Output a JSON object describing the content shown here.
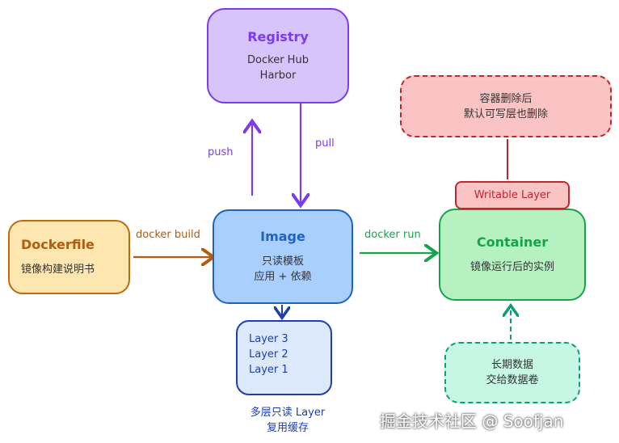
{
  "colors": {
    "registry": "#7c3aed",
    "registry_fill": "#d7c4fb",
    "image": "#1e63c4",
    "image_fill": "#a9cfff",
    "dockerfile": "#c06a10",
    "dockerfile_fill": "#fde6b0",
    "container": "#16a34a",
    "container_fill": "#b6f1c1",
    "writable": "#c0262d",
    "writable_fill": "#fbc4c4",
    "layers": "#1e40af",
    "layers_fill": "#dce8fc",
    "volume": "#0e9f7a",
    "volume_fill": "#c6f6e4"
  },
  "registry": {
    "title": "Registry",
    "lines": [
      "Docker Hub",
      "Harbor"
    ]
  },
  "image": {
    "title": "Image",
    "lines": [
      "只读模板",
      "应用 + 依赖"
    ]
  },
  "dockerfile": {
    "title": "Dockerfile",
    "lines": [
      "镜像构建说明书"
    ]
  },
  "container": {
    "title": "Container",
    "lines": [
      "镜像运行后的实例"
    ]
  },
  "writable_layer": {
    "title": "Writable Layer"
  },
  "delete_note": {
    "lines": [
      "容器删除后",
      "默认可写层也删除"
    ]
  },
  "layers": {
    "lines": [
      "Layer 3",
      "Layer 2",
      "Layer 1"
    ]
  },
  "layers_caption": {
    "lines": [
      "多层只读 Layer",
      "复用缓存"
    ]
  },
  "volume": {
    "lines": [
      "长期数据",
      "交给数据卷"
    ]
  },
  "edges": {
    "push": "push",
    "pull": "pull",
    "build": "docker build",
    "run": "docker run"
  },
  "watermark": "掘金技术社区 @ Soofjan"
}
